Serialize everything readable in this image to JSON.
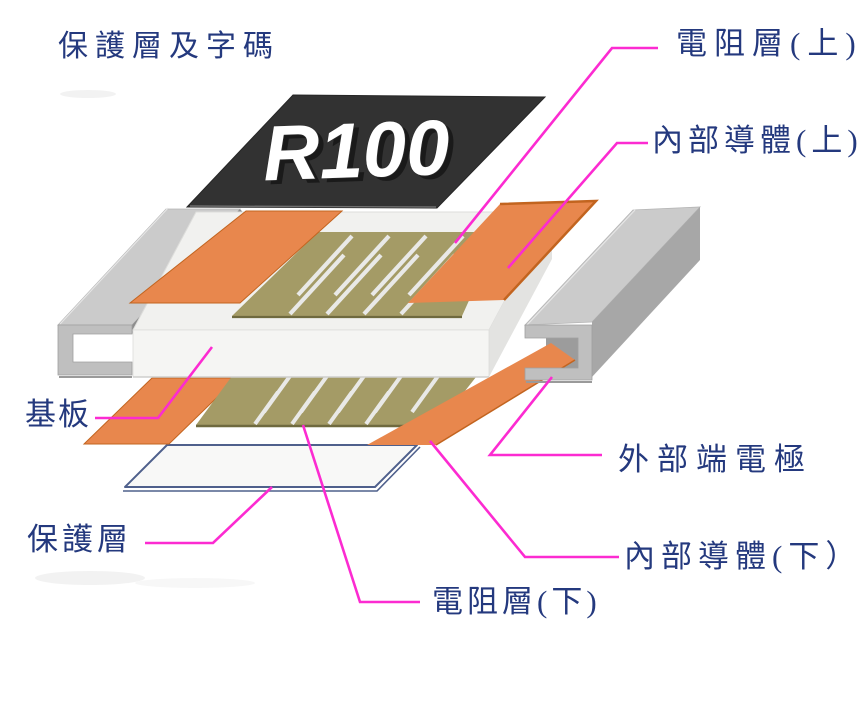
{
  "diagram": {
    "marking": "R100",
    "callouts": {
      "cover": "保護層及字碼",
      "resistor_top": "電阻層(上)",
      "inner_conductor_top": "內部導體(上)",
      "substrate": "基板",
      "external_electrode": "外部端電極",
      "inner_conductor_bottom": "內部導體(下）",
      "protective_layer": "保護層",
      "resistor_bottom": "電阻層(下)"
    },
    "colors": {
      "label_text": "#24397E",
      "leader": "#FC2BD1",
      "cover_black": "#323232",
      "marking_fill": "#FFFFFF",
      "conductor_orange": "#E8874D",
      "conductor_edge": "#C2641F",
      "resistor_olive": "#A49B66",
      "resistor_edge": "#6F6A3F",
      "slot_white": "#E9E9E7",
      "substrate_top": "#F1F1EF",
      "substrate_front": "#F5F5F3",
      "substrate_side": "#E3E3E1",
      "electrode_light": "#CBCBCB",
      "electrode_front": "#BFBFBF",
      "electrode_side": "#A7A7A7",
      "electrode_inner": "#9C9C9C",
      "electrode_dark": "#8D8D8D",
      "sheet_fill": "#F8F8F7",
      "sheet_border": "#4F608C"
    }
  }
}
